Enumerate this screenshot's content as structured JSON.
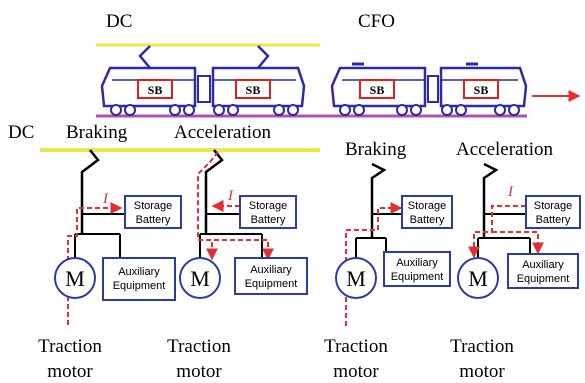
{
  "labels": {
    "dc_top": "DC",
    "cfo_top": "CFO",
    "dc_left": "DC",
    "braking": "Braking",
    "acceleration": "Acceleration",
    "storage_battery_line1": "Storage",
    "storage_battery_line2": "Battery",
    "auxiliary_line1": "Auxiliary",
    "auxiliary_line2": "Equipment",
    "motor_symbol": "M",
    "current_symbol": "I",
    "traction_line1": "Traction",
    "traction_line2": "motor",
    "sb": "SB"
  },
  "colors": {
    "wire_yellow": "#e8e84a",
    "train_blue": "#2b2ba8",
    "sb_red": "#e02020",
    "track_purple": "#b050b0",
    "current_red": "#e03030",
    "box_blue": "#2b3ba8",
    "wire_black": "#000000"
  },
  "circuits": [
    {
      "id": "dc-braking"
    },
    {
      "id": "dc-acceleration"
    },
    {
      "id": "cfo-braking"
    },
    {
      "id": "cfo-acceleration"
    }
  ]
}
